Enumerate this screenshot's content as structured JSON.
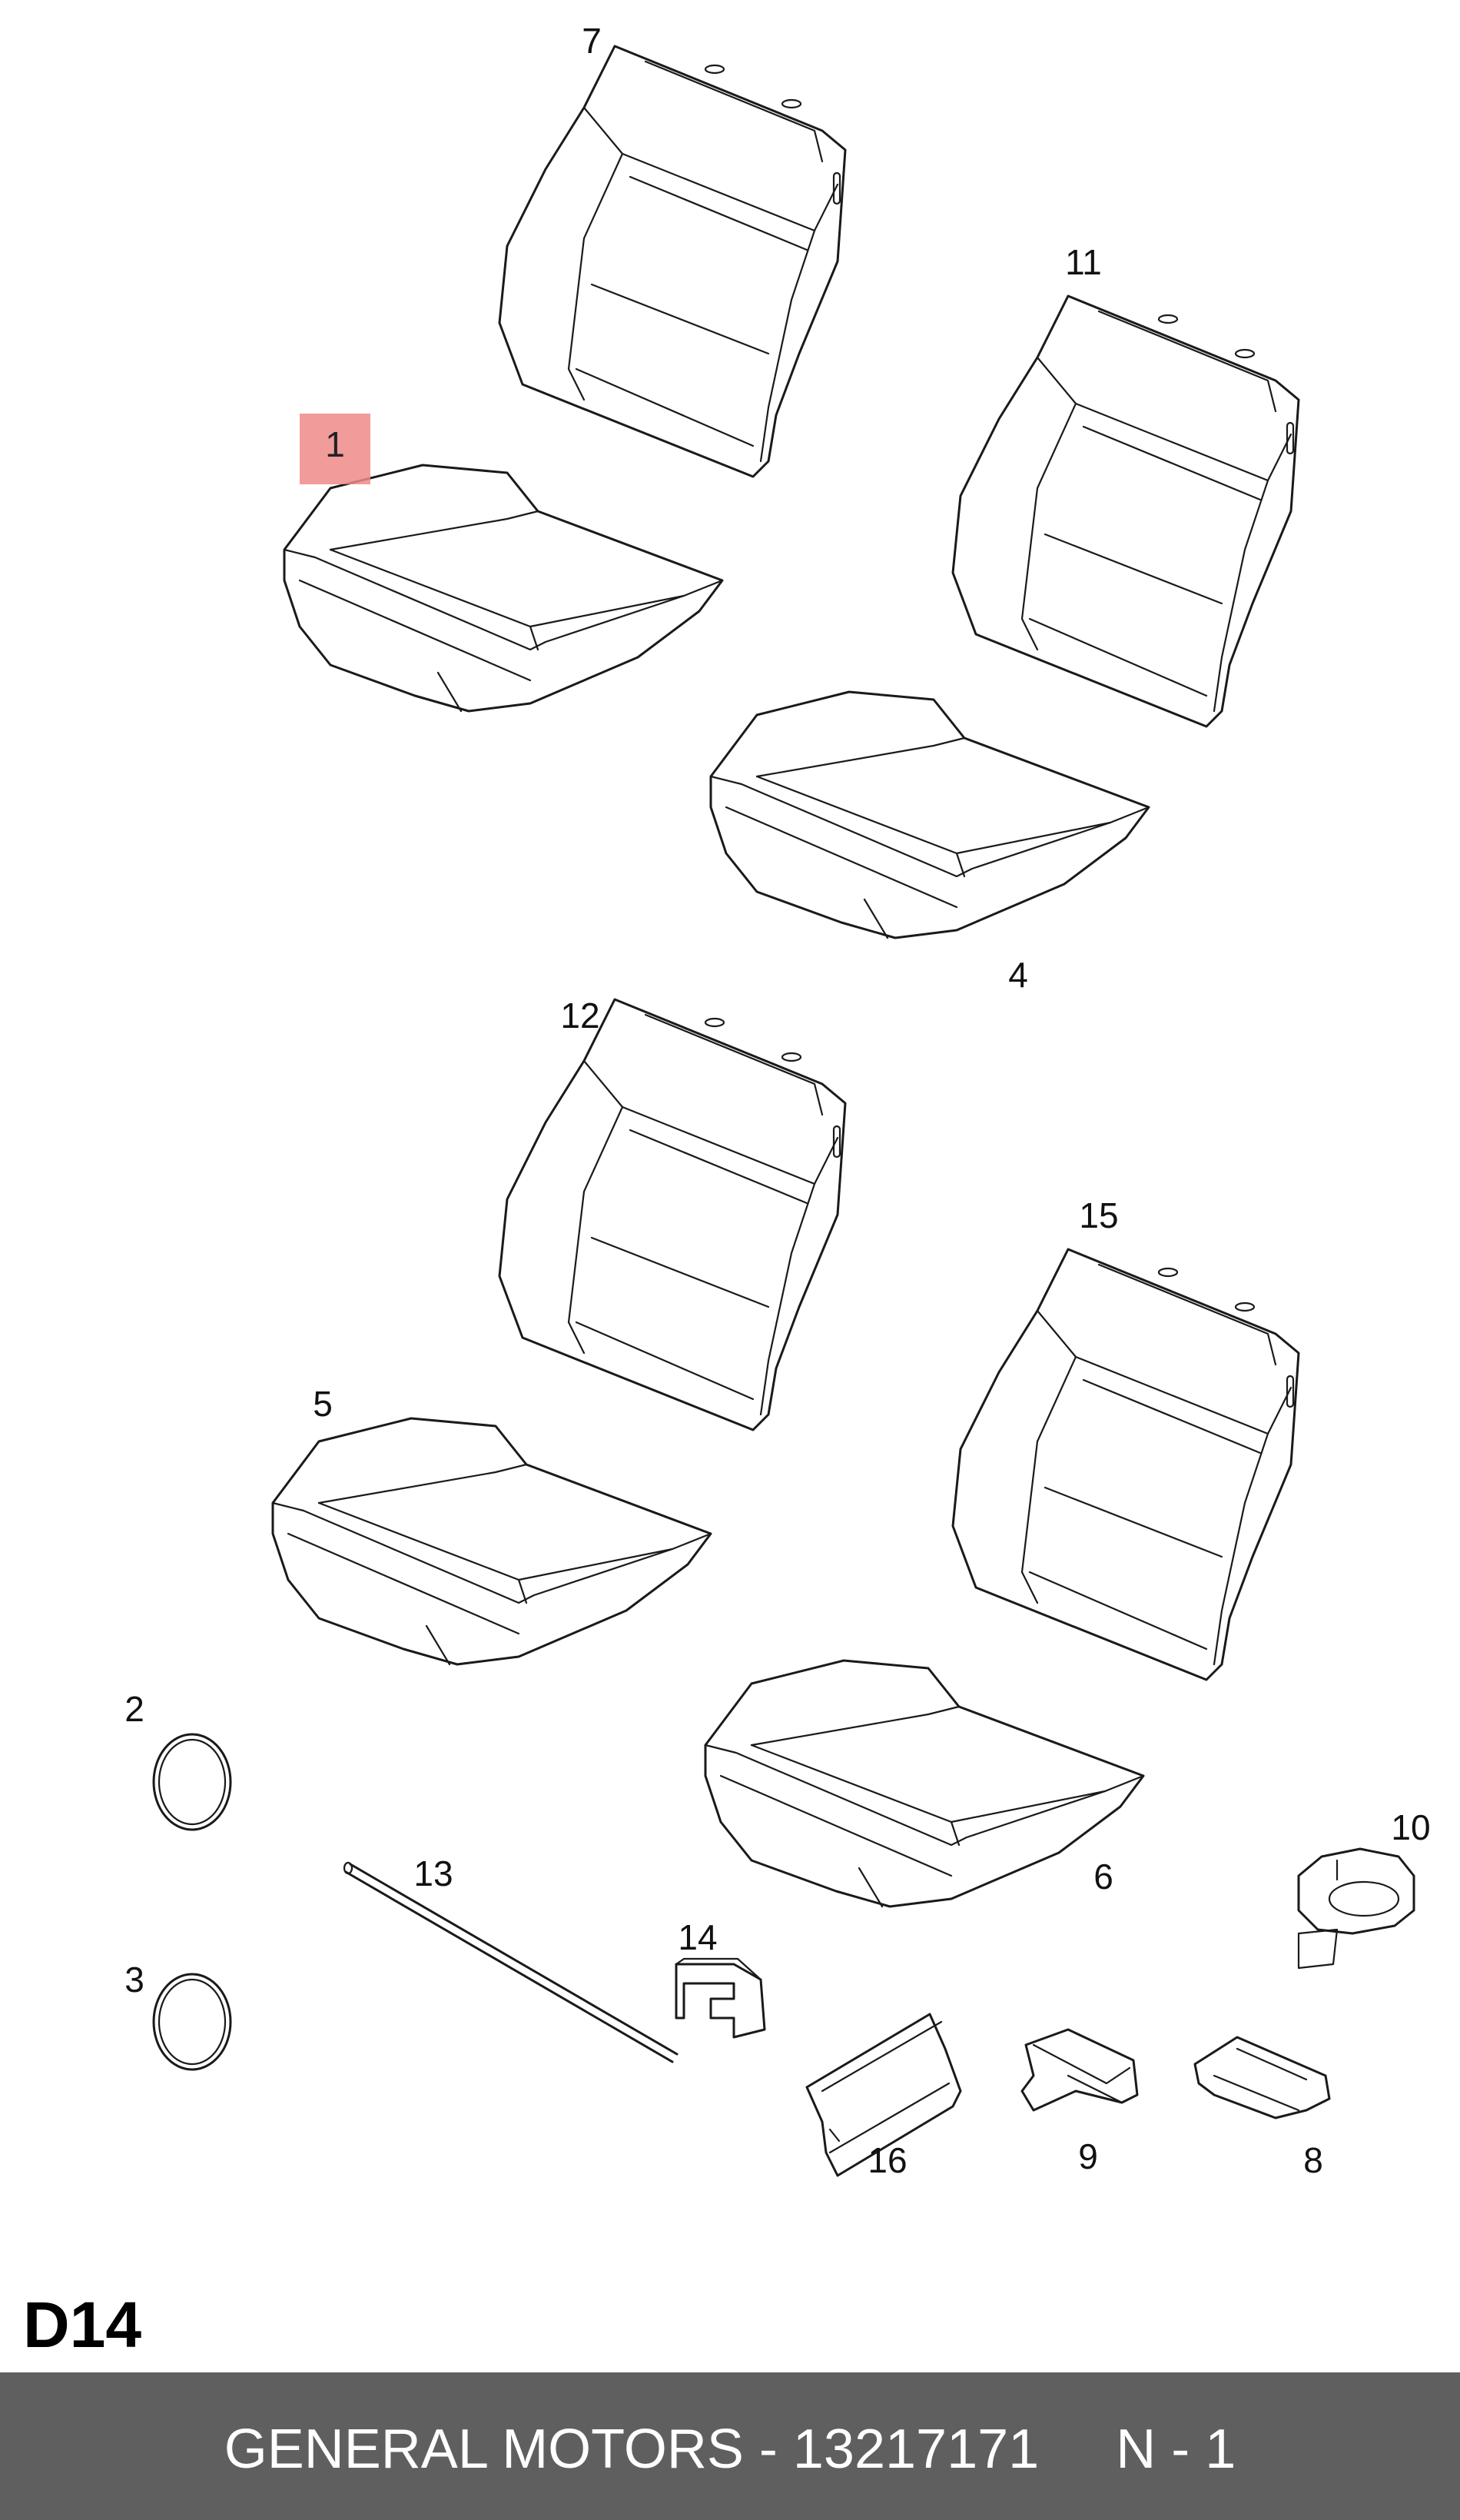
{
  "callouts": {
    "c1": "1",
    "c2": "2",
    "c3": "3",
    "c4": "4",
    "c5": "5",
    "c6": "6",
    "c7": "7",
    "c8": "8",
    "c9": "9",
    "c10": "10",
    "c11": "11",
    "c12": "12",
    "c13": "13",
    "c14": "14",
    "c15": "15",
    "c16": "16"
  },
  "highlighted_part": "1",
  "page_code": "D14",
  "footer": {
    "text": "GENERAL MOTORS - 13217171     N - 1"
  },
  "colors": {
    "highlight": "#ef8a8a",
    "footer_bg": "#5f5f5f",
    "footer_text": "#ffffff"
  }
}
